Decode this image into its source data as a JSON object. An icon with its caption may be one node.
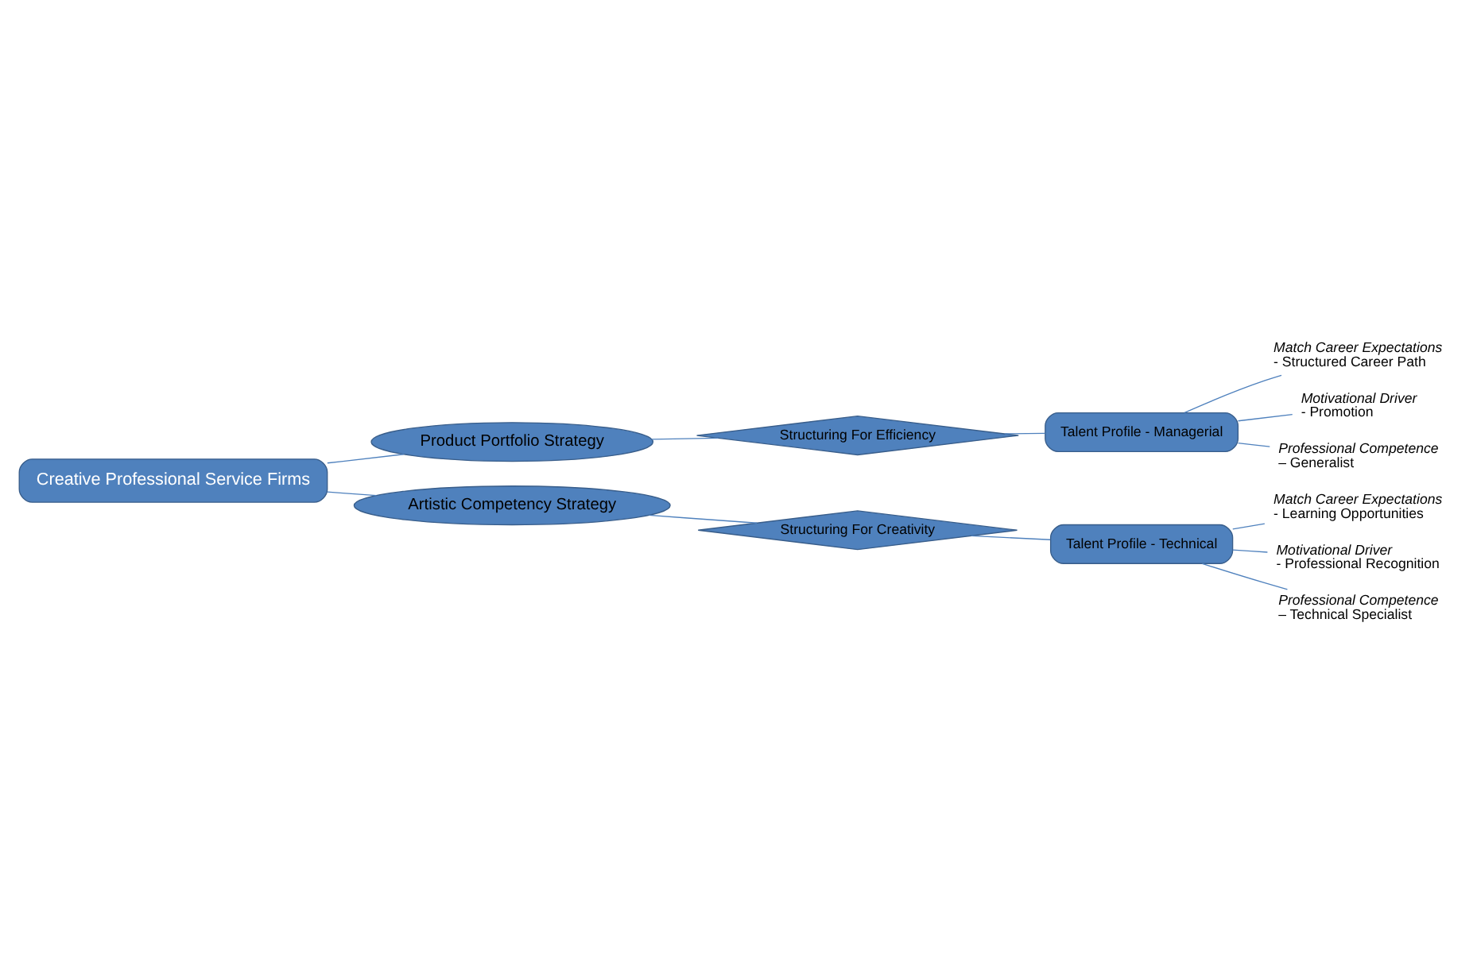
{
  "diagram": {
    "nodes": [
      {
        "text": [
          "Creative Professional Service Firms"
        ]
      },
      {
        "text": [
          "Product Portfolio Strategy"
        ]
      },
      {
        "text": [
          "Structuring For Efficiency"
        ]
      },
      {
        "text": [
          "Talent Profile - Managerial"
        ]
      },
      {
        "text": [
          "Match Career Expectations",
          "- Structured Career Path"
        ]
      },
      {
        "text": [
          "Motivational Driver",
          "- Promotion"
        ]
      },
      {
        "text": [
          "Professional Competence",
          "– Generalist"
        ]
      },
      {
        "text": [
          "Artistic Competency Strategy"
        ]
      },
      {
        "text": [
          "Structuring For Creativity"
        ]
      },
      {
        "text": [
          "Talent Profile - Technical"
        ]
      },
      {
        "text": [
          "Match Career Expectations",
          "- Learning Opportunities"
        ]
      },
      {
        "text": [
          "Motivational Driver",
          "- Professional Recognition"
        ]
      },
      {
        "text": [
          "Professional Competence",
          "– Technical Specialist"
        ]
      }
    ],
    "edges": [
      {
        "from": 0,
        "to": 1,
        "arrow": "none"
      },
      {
        "from": 1,
        "to": 2,
        "arrow": "none"
      },
      {
        "from": 2,
        "to": 3,
        "arrow": "none"
      },
      {
        "from": 3,
        "to": 4,
        "arrow": "none"
      },
      {
        "from": 3,
        "to": 5,
        "arrow": "none"
      },
      {
        "from": 3,
        "to": 6,
        "arrow": "none"
      },
      {
        "from": 0,
        "to": 7,
        "arrow": "none"
      },
      {
        "from": 7,
        "to": 8,
        "arrow": "none"
      },
      {
        "from": 8,
        "to": 9,
        "arrow": "none"
      },
      {
        "from": 9,
        "to": 10,
        "arrow": "none"
      },
      {
        "from": 9,
        "to": 11,
        "arrow": "none"
      },
      {
        "from": 9,
        "to": 12,
        "arrow": "none"
      }
    ]
  }
}
